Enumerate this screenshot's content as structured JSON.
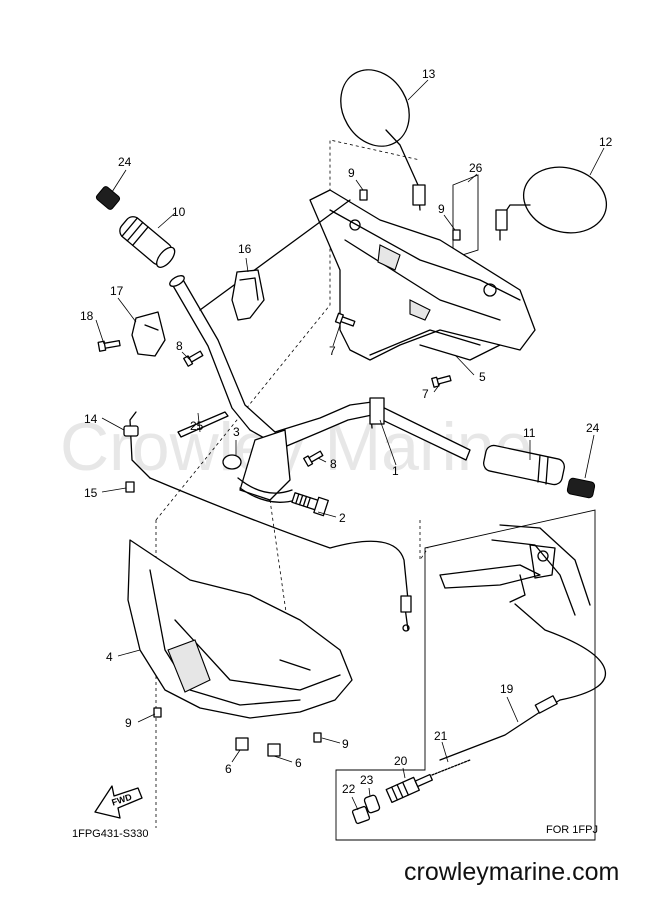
{
  "diagram": {
    "code": "1FPG431-S330",
    "inset_label": "FOR 1FPJ",
    "fwd_label": "FWD",
    "watermark": "Crowley Marine",
    "website": "crowleymarine.com"
  },
  "callouts": [
    "1",
    "2",
    "3",
    "4",
    "5",
    "6",
    "6",
    "7",
    "7",
    "8",
    "8",
    "9",
    "9",
    "9",
    "9",
    "10",
    "11",
    "12",
    "13",
    "14",
    "15",
    "16",
    "17",
    "18",
    "19",
    "20",
    "21",
    "22",
    "23",
    "24",
    "24",
    "25",
    "26"
  ]
}
